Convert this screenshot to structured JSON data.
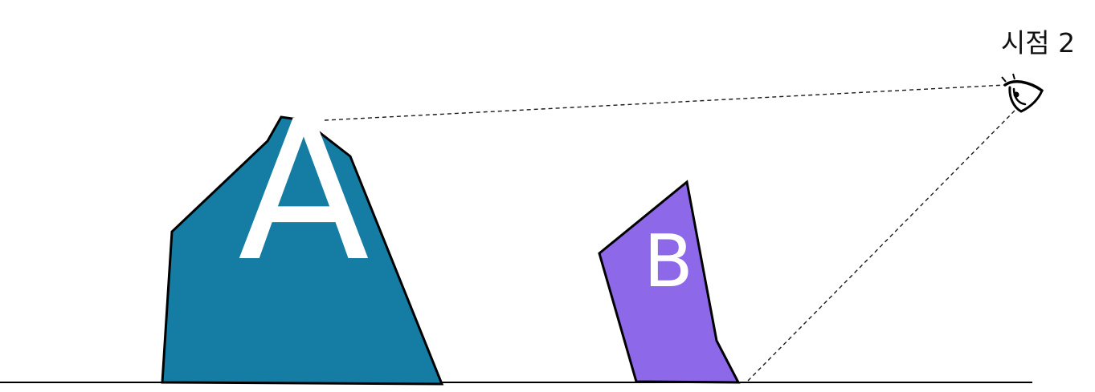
{
  "diagram": {
    "viewpoint_label": "시점 2",
    "object_a": {
      "label": "A",
      "color": "#157ca3"
    },
    "object_b": {
      "label": "B",
      "color": "#8d68e8"
    },
    "outline_color": "#000000",
    "icon": "eye-icon"
  }
}
